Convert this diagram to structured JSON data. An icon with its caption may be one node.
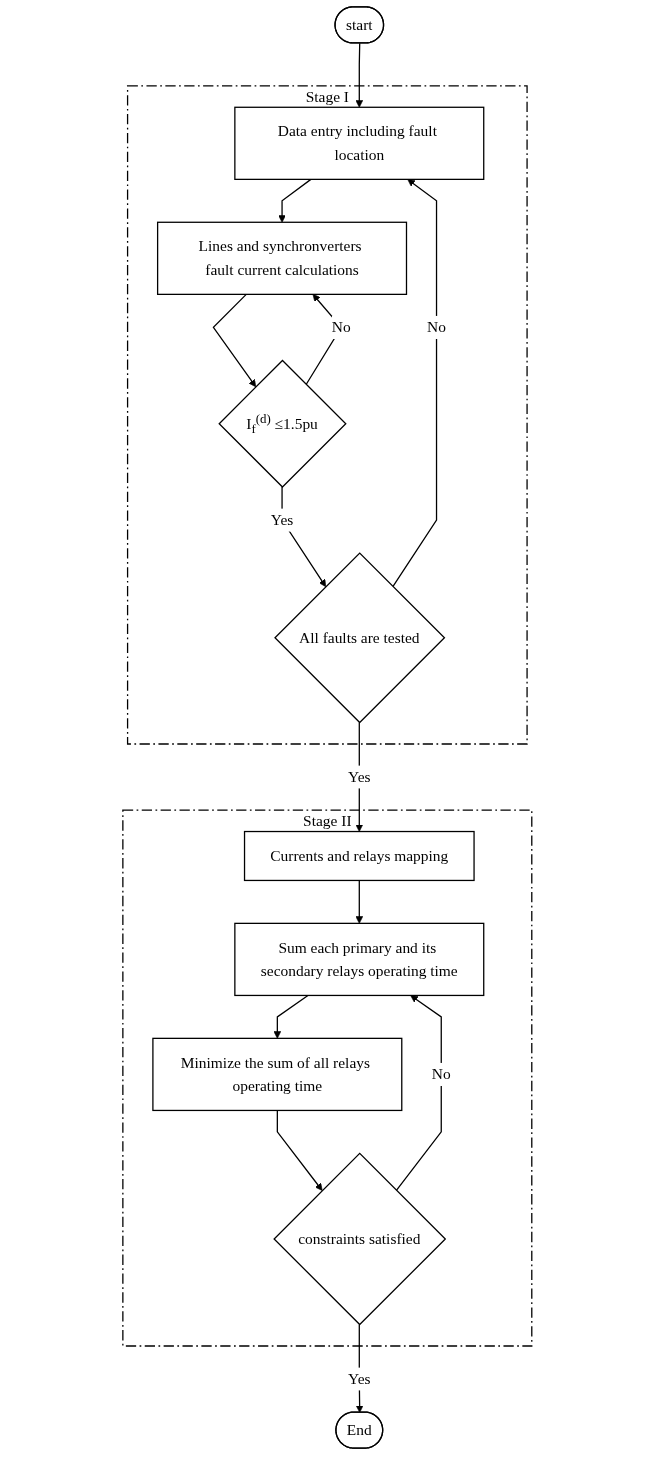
{
  "diagram": {
    "nodes": [
      {
        "text": [
          "start"
        ]
      },
      {
        "text": [
          "Stage I"
        ]
      },
      {
        "text": [
          "Data entry including fault location"
        ],
        "in": 1
      },
      {
        "text": [
          "Lines and synchronverters fault current calculations"
        ],
        "in": 1
      },
      {
        "text": [
          "I$_{f}$$^{(d)}$ ≤1.5pu"
        ],
        "in": 1
      },
      {
        "text": [
          "All faults are tested"
        ],
        "in": 1
      },
      {
        "text": [
          "Stage II"
        ]
      },
      {
        "text": [
          "Currents and relays mapping"
        ],
        "in": 6
      },
      {
        "text": [
          "Sum each primary and its secondary relays operating time"
        ],
        "in": 6
      },
      {
        "text": [
          "Minimize the sum of all relays operating time"
        ],
        "in": 6
      },
      {
        "text": [
          "constraints satisfied"
        ],
        "in": 6
      },
      {
        "text": [
          "End"
        ]
      }
    ],
    "edges": [
      {
        "from": 0,
        "to": 2,
        "arrow": "to"
      },
      {
        "from": 2,
        "to": 3,
        "arrow": "to"
      },
      {
        "from": 3,
        "to": 4,
        "arrow": "to"
      },
      {
        "from": 4,
        "to": 3,
        "arrow": "to",
        "label": "No"
      },
      {
        "from": 4,
        "to": 5,
        "arrow": "to",
        "label": "Yes"
      },
      {
        "from": 5,
        "to": 2,
        "arrow": "to",
        "label": "No"
      },
      {
        "from": 5,
        "to": 7,
        "arrow": "to",
        "label": "Yes"
      },
      {
        "from": 7,
        "to": 8,
        "arrow": "to"
      },
      {
        "from": 8,
        "to": 9,
        "arrow": "to"
      },
      {
        "from": 9,
        "to": 10,
        "arrow": "to"
      },
      {
        "from": 10,
        "to": 8,
        "arrow": "to",
        "label": "No"
      },
      {
        "from": 10,
        "to": 11,
        "arrow": "to",
        "label": "Yes"
      }
    ]
  }
}
